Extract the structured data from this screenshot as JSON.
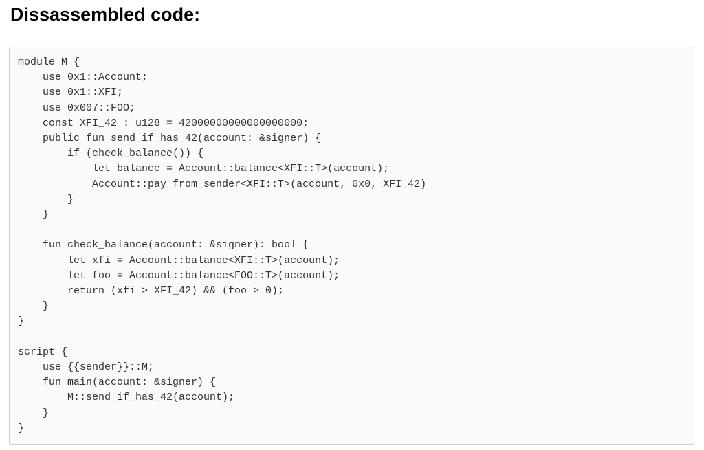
{
  "heading": {
    "title": "Dissassembled code:"
  },
  "code": {
    "language": "move",
    "lines": [
      "module M {",
      "    use 0x1::Account;",
      "    use 0x1::XFI;",
      "    use 0x007::FOO;",
      "    const XFI_42 : u128 = 42000000000000000000;",
      "    public fun send_if_has_42(account: &signer) {",
      "        if (check_balance()) {",
      "            let balance = Account::balance<XFI::T>(account);",
      "            Account::pay_from_sender<XFI::T>(account, 0x0, XFI_42)",
      "        }",
      "    }",
      "",
      "    fun check_balance(account: &signer): bool {",
      "        let xfi = Account::balance<XFI::T>(account);",
      "        let foo = Account::balance<FOO::T>(account);",
      "        return (xfi > XFI_42) && (foo > 0);",
      "    }",
      "}",
      "",
      "script {",
      "    use {{sender}}::M;",
      "    fun main(account: &signer) {",
      "        M::send_if_has_42(account);",
      "    }",
      "}"
    ]
  },
  "colors": {
    "page_background": "#ffffff",
    "heading_text": "#000000",
    "heading_divider": "#dddddd",
    "code_background": "#fafafa",
    "code_border": "#cccccc",
    "code_text": "#333333"
  }
}
